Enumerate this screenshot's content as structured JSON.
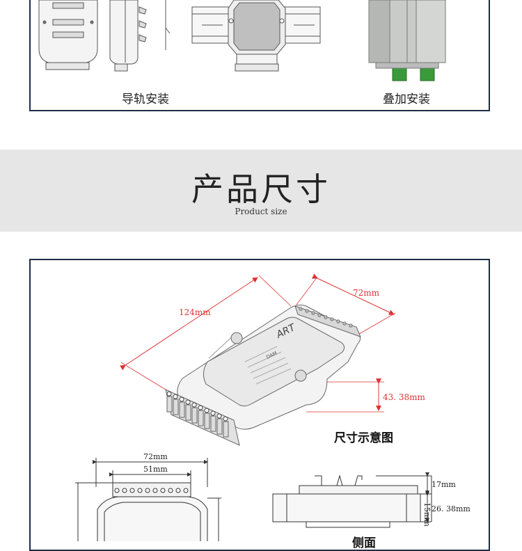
{
  "install": {
    "rail_label": "导轨安装",
    "stack_label": "叠加安装"
  },
  "section": {
    "title": "产品尺寸",
    "subtitle": "Product size"
  },
  "dimensions": {
    "length": "124mm",
    "width": "72mm",
    "height": "43. 38mm",
    "caption": "尺寸示意图",
    "front_width": "72mm",
    "front_terminal_width": "51mm",
    "side_top": "17mm",
    "side_mid": "15mm",
    "side_total": "26. 38mm",
    "side_caption": "侧面"
  },
  "device": {
    "brand": "ART",
    "model": "DAM"
  },
  "colors": {
    "border": "#1f2d44",
    "dimension": "#d33333",
    "band": "#e6e6e6",
    "terminal_green": "#3a9a3a"
  }
}
